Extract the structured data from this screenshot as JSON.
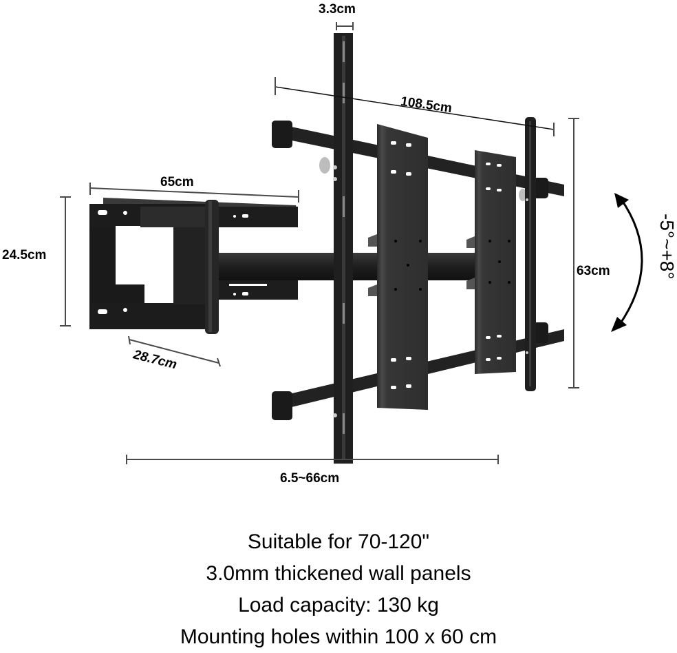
{
  "diagram": {
    "subject": "Full-motion TV wall mount bracket",
    "dimensions": {
      "pole_width": "3.3cm",
      "total_width": "108.5cm",
      "wall_plate_width": "65cm",
      "wall_plate_height": "24.5cm",
      "arm_depth": "28.7cm",
      "extension_range": "6.5~66cm",
      "bracket_height": "63cm",
      "tilt_range": "-5°~+8°"
    },
    "colors": {
      "metal_dark": "#1c1c1c",
      "metal_mid": "#2e2e2e",
      "metal_light": "#3c3c3c",
      "dimension_line": "#555555",
      "text": "#000000",
      "background": "#ffffff"
    }
  },
  "specs": [
    "Suitable for 70-120\"",
    "3.0mm thickened wall panels",
    "Load capacity: 130 kg",
    "Mounting holes within 100 x 60 cm"
  ]
}
